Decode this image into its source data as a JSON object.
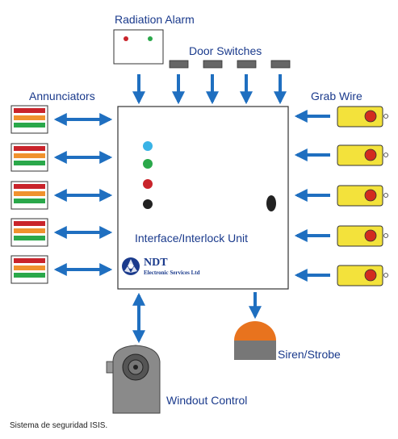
{
  "diagram": {
    "radiation_alarm": "Radiation Alarm",
    "door_switches": "Door Switches",
    "annunciators": "Annunciators",
    "grab_wire": "Grab Wire",
    "unit_label": "Interface/Interlock Unit",
    "logo_name": "NDT",
    "logo_sub": "Electronic Services Ltd",
    "siren": "Siren/Strobe",
    "windout": "Windout Control"
  },
  "caption": "Sistema de seguridad ISIS.",
  "colors": {
    "arrow": "#1f6fc0",
    "label": "#1a3a8c",
    "grab_wire_body": "#f3e23b",
    "grab_wire_button": "#d22b1f",
    "siren_dome": "#e8731e",
    "siren_base": "#777777",
    "indicator_blue": "#39b3e6",
    "indicator_green": "#2aa84a",
    "indicator_red": "#c9242b",
    "indicator_black": "#222222"
  }
}
